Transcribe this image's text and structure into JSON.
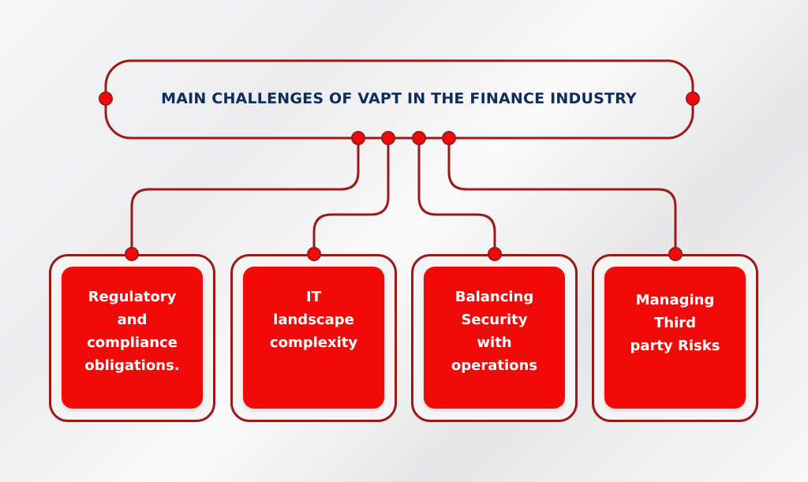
{
  "title": "MAIN CHALLENGES OF VAPT IN THE FINANCE INDUSTRY",
  "colors": {
    "accent": "#f20a0a",
    "line": "#9a1a1a",
    "title": "#0f2d5c"
  },
  "challenges": [
    {
      "lines": [
        "Regulatory",
        "and",
        "compliance",
        "obligations."
      ]
    },
    {
      "lines": [
        "IT",
        "landscape",
        "complexity"
      ]
    },
    {
      "lines": [
        "Balancing",
        "Security",
        "with",
        "operations"
      ]
    },
    {
      "lines": [
        "Managing",
        "Third",
        "party Risks"
      ]
    }
  ]
}
